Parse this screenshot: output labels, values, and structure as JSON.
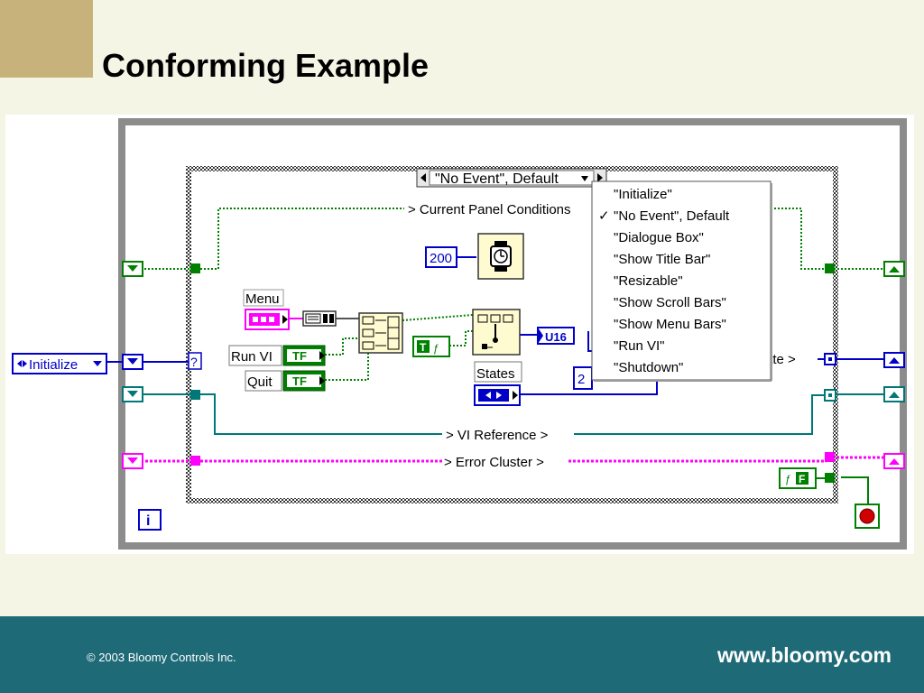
{
  "slide": {
    "title": "Conforming Example",
    "copyright": "© 2003 Bloomy Controls Inc.",
    "website": "www.bloomy.com"
  },
  "diagram": {
    "case_selector": "\"No Event\", Default",
    "menu_items": [
      {
        "label": "\"Initialize\"",
        "checked": false
      },
      {
        "label": "\"No Event\", Default",
        "checked": true
      },
      {
        "label": "\"Dialogue Box\"",
        "checked": false
      },
      {
        "label": "\"Show Title Bar\"",
        "checked": false
      },
      {
        "label": "\"Resizable\"",
        "checked": false
      },
      {
        "label": "\"Show Scroll Bars\"",
        "checked": false
      },
      {
        "label": "\"Show Menu Bars\"",
        "checked": false
      },
      {
        "label": "\"Run VI\"",
        "checked": false
      },
      {
        "label": "\"Shutdown\"",
        "checked": false
      }
    ],
    "check_mark": "✓",
    "unbundle_current": "> Current Panel Conditions",
    "unbundle_vi_ref": "> VI Reference >",
    "unbundle_error": "> Error Cluster >",
    "unbundle_state_tail": "ate >",
    "timeout_const": "200",
    "const_2": "2",
    "enum_initialize": "Initialize",
    "label_menu": "Menu",
    "label_run_vi": "Run VI",
    "label_quit": "Quit",
    "label_states": "States",
    "u16": "U16",
    "bool_tf": "TF",
    "bool_t": "T",
    "bool_f": "F",
    "iteration": "i",
    "question": "?",
    "colors": {
      "green": "#008000",
      "blue": "#0000c8",
      "teal": "#007878",
      "pink": "#ff00ff",
      "frame_gray": "#8c8c8c"
    }
  }
}
